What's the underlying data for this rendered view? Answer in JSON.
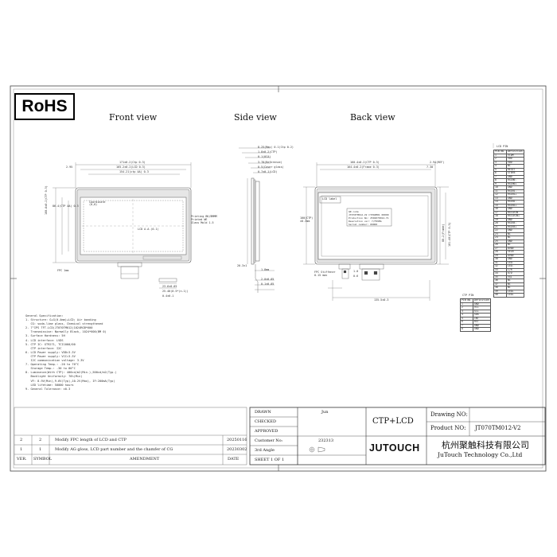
{
  "logo": {
    "rohs": "RoHS"
  },
  "views": {
    "front": "Front view",
    "side": "Side view",
    "back": "Back view"
  },
  "front_dims": {
    "outer_width": "171±0.2(Ctp 0.3)",
    "bezel_width": "165.2±0.2(LCD 0.3)",
    "aa_width": "154.21(ctp AA) 0.3",
    "left_offset": "2.95",
    "coordinate": "Coordinate\n(0,0)",
    "lcd_aa": "LCD A.A.(0.1)",
    "outer_height": "100.6±0.2(CTP 0.3)",
    "aa_height": "86.4(CTP AA) 0.3",
    "fpc_note": "FPC 1mm",
    "fpc_1": "23.6±0.05",
    "fpc_2": "25.40(0.5*(n-1))",
    "fpc_3": "0.4±0.1"
  },
  "side_dims": {
    "total_thickness": "8.25(Max) 0.1(Ctp 0.2)",
    "t1": "1.8±0.2(CTP)",
    "t2": "0.1(OCA)",
    "t3": "3.70(Reference)",
    "t4": "0.5(Cover glass)",
    "t5": "0.7±0.1(LCD)",
    "printing": "Printing BK/BMMM\nPrinted WE\nGlass Mold 1.5",
    "b1": "1.8mm",
    "b2": "2.0±0.05",
    "b3": "0.1±0.05",
    "b4": "20.3±1"
  },
  "back_dims": {
    "outer_width": "160.4±0.2(CTP 0.3)",
    "inner_width": "164.4±0.2(Frame 0.3)",
    "right_off": "7.30",
    "label_w": "2.94(REF)",
    "lcd_label": "LCD label",
    "sticker": "QR code\nJT070TM012-V2 CTP1NM01 00000\nProduction No: 2502070012-Y1\nResolution ver: 7/F09MG\nSerial number: 00000",
    "left_dim": "100(CTP)\n±0.3mm",
    "right_height_1": "101.40(CTP 0.3)",
    "right_height_2": "80.2(Frame)",
    "bottom_width": "135.5±0.3",
    "fpc_stiff": "FPC Stiffener\n0.15 max",
    "conn_a": "1.0",
    "conn_b": "0.6"
  },
  "lcd_pins": {
    "title": "LCD PIN",
    "headers": [
      "PIN NO.",
      "Definition"
    ],
    "rows": [
      [
        "1",
        "VCOM"
      ],
      [
        "2",
        "VDD"
      ],
      [
        "3",
        "VDD"
      ],
      [
        "4",
        "NC"
      ],
      [
        "5",
        "RESET"
      ],
      [
        "6",
        "STBYB"
      ],
      [
        "7",
        "GND"
      ],
      [
        "8",
        "RXIN0-"
      ],
      [
        "9",
        "RXIN0+"
      ],
      [
        "10",
        "GND"
      ],
      [
        "11",
        "RXIN1-"
      ],
      [
        "12",
        "RXIN1+"
      ],
      [
        "13",
        "GND"
      ],
      [
        "14",
        "RXIN2-"
      ],
      [
        "15",
        "RXIN2+"
      ],
      [
        "16",
        "GND"
      ],
      [
        "17",
        "RXCLKIN-"
      ],
      [
        "18",
        "RXCLKIN+"
      ],
      [
        "19",
        "GND"
      ],
      [
        "20",
        "RXIN3-"
      ],
      [
        "21",
        "RXIN3+"
      ],
      [
        "22",
        "GND"
      ],
      [
        "23",
        "NC"
      ],
      [
        "24",
        "NC"
      ],
      [
        "25",
        "GND"
      ],
      [
        "26",
        "NC"
      ],
      [
        "27",
        "DVDD"
      ],
      [
        "28",
        "SELB"
      ],
      [
        "29",
        "AVDD"
      ],
      [
        "30",
        "GND"
      ],
      [
        "31",
        "LED-"
      ],
      [
        "32",
        "LED-"
      ],
      [
        "33",
        "L/R"
      ],
      [
        "34",
        "U/D"
      ],
      [
        "35",
        "VGL"
      ],
      [
        "36",
        "NC"
      ],
      [
        "37",
        "NC"
      ],
      [
        "38",
        "NC"
      ],
      [
        "39",
        "LED+"
      ],
      [
        "40",
        "LED+"
      ]
    ]
  },
  "ctp_pins": {
    "title": "CTP PIN",
    "headers": [
      "PIN NO.",
      "Definition"
    ],
    "rows": [
      [
        "1",
        "GND"
      ],
      [
        "2",
        "VCC"
      ],
      [
        "3",
        "SCL"
      ],
      [
        "4",
        "SDA"
      ],
      [
        "5",
        "INT"
      ],
      [
        "6",
        "RST"
      ],
      [
        "7",
        "GND"
      ],
      [
        "8",
        "GND"
      ]
    ]
  },
  "spec": {
    "title": "General Specification:",
    "lines": [
      "1. Structure: G+G(0.4mm)+LCD; Air bonding",
      "   CG: soda-lime glass, Chemical strengthened",
      "2. 7\"IPS TFT-LCD(JT070TM012)1024RGB*600",
      "   Transmissive: Normally Black, 1024*600(BM 0)",
      "3. Surface Hardness: 5H",
      "4. LCD interface: LVDS",
      "5. CTP IC: GT9271, TCI1000/00",
      "   CTP interface: I2C",
      "6. LCD Power supply: VDD=3.3V",
      "   CTP Power supply: VCC=3.3V",
      "   I2C communication voltage: 3.3V",
      "7. Operating Temp.: -20 to 70°C",
      "   Storage Temp.: -30 to 80°C",
      "8. Luminance(With CTP): 400cd/m2(Min.),500cd/m2(Typ.)",
      "   Backlight Uniformity: 70%(Min)",
      "   VF: 8.9V(Min),9.6V(Typ),10.2V(Max), IF:200mA(Typ)",
      "   LED lifetime: 50000 hours",
      "9. General Tolerance: ±0.3"
    ]
  },
  "title_block": {
    "drawn_label": "DRAWN",
    "drawn_value": "Jun",
    "checked_label": "CHECKED",
    "approved_label": "APPROVED",
    "customer_label": "Customer No:",
    "customer_value": "232313",
    "angle_label": "3rd Angle",
    "sheet_label": "SHEET  1  OF 1",
    "type": "CTP+LCD",
    "drawing_no_label": "Drawing NO:",
    "product_no_label": "Product NO:",
    "product_no_value": "JT070TM012-V2",
    "brand": "JUTOUCH",
    "company_cn": "杭州聚触科技有限公司",
    "company_en": "JuTouch Technology Co.,Ltd"
  },
  "amendments": {
    "headers": {
      "ver": "VER.",
      "symbol": "SYMBOL",
      "amendment": "AMENDMENT",
      "date": "DATE"
    },
    "rows": [
      {
        "ver": "2",
        "symbol": "2",
        "text": "Modify FPC length of LCD and CTP",
        "date": "20250116"
      },
      {
        "ver": "1",
        "symbol": "1",
        "text": "Modify AG gloss, LCD part number and the chamfer of CG",
        "date": "20230302"
      }
    ]
  }
}
